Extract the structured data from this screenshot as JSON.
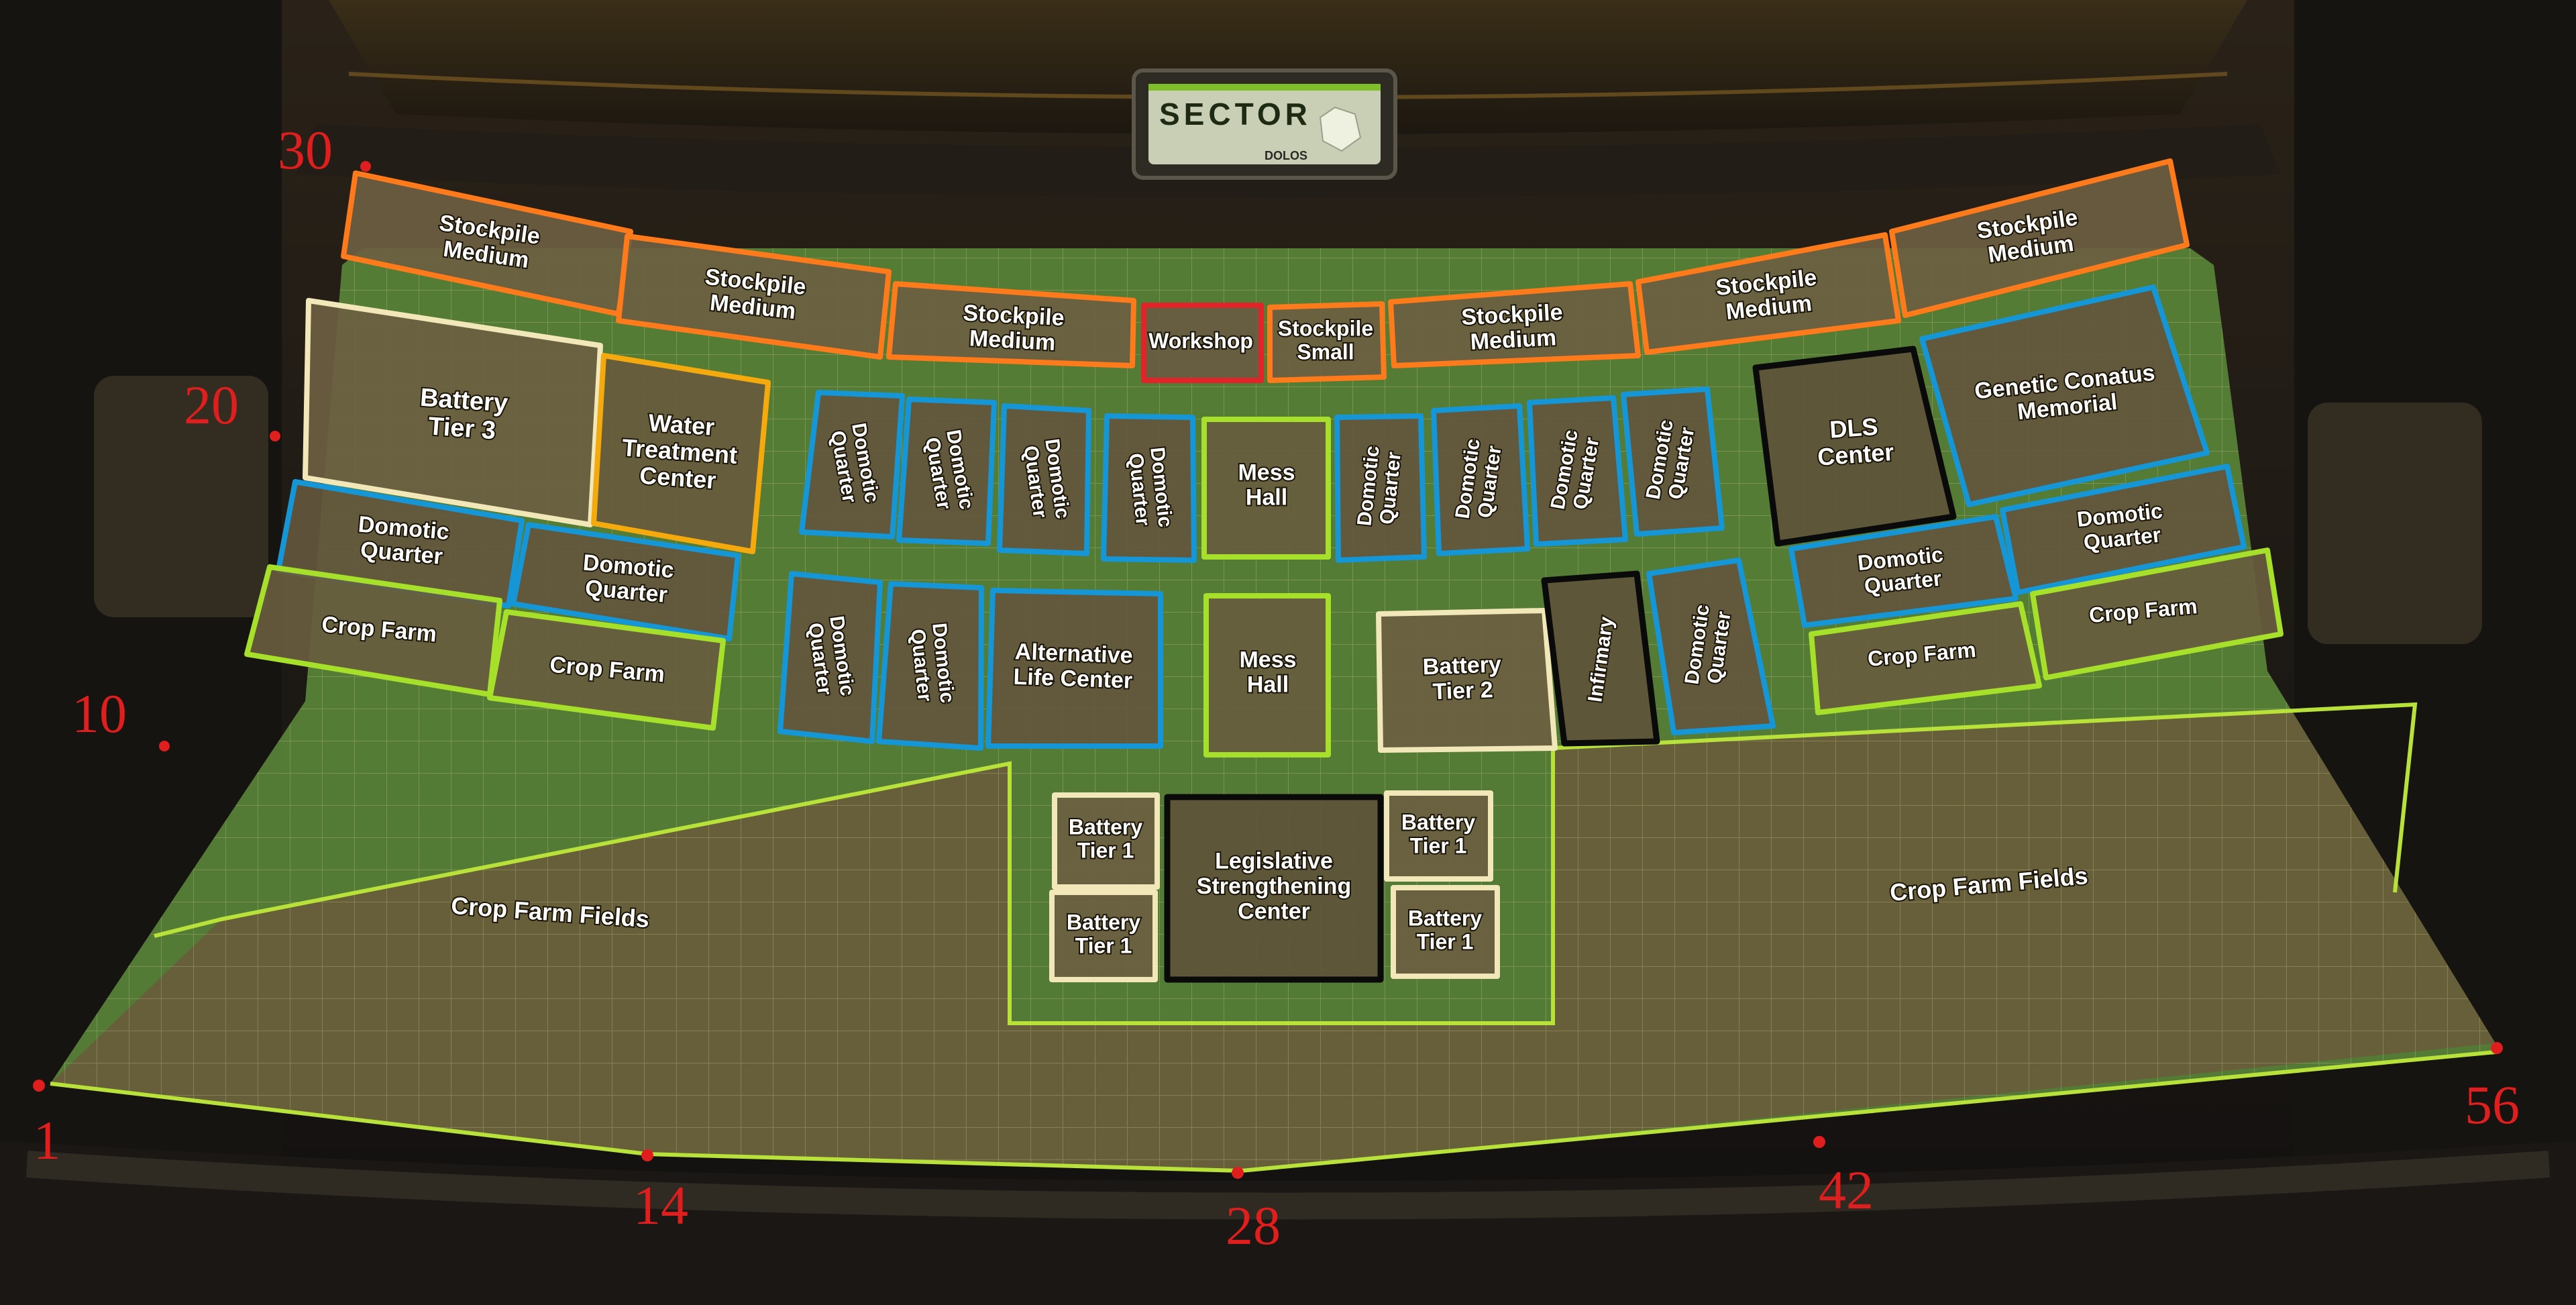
{
  "sign": {
    "title": "SECTOR",
    "brand": "DOLOS"
  },
  "colors": {
    "stockpile": "#ff7a1a",
    "workshop": "#e0242a",
    "domotic": "#1596d6",
    "crop": "#a6e02a",
    "battery": "#f2e7b8",
    "water": "#f4a90d",
    "special": "#0a0a0a",
    "boundary": "#b8e23a",
    "marker": "#e01e1e"
  },
  "buildings": [
    {
      "id": "stockpile-medium-1",
      "type": "stockpile",
      "label": "Stockpile\nMedium",
      "rot": 8
    },
    {
      "id": "stockpile-medium-2",
      "type": "stockpile",
      "label": "Stockpile\nMedium",
      "rot": 6
    },
    {
      "id": "stockpile-medium-3",
      "type": "stockpile",
      "label": "Stockpile\nMedium",
      "rot": 3
    },
    {
      "id": "workshop",
      "type": "workshop",
      "label": "Workshop",
      "rot": 0
    },
    {
      "id": "stockpile-small",
      "type": "stockpile",
      "label": "Stockpile\nSmall",
      "rot": 0
    },
    {
      "id": "stockpile-medium-4",
      "type": "stockpile",
      "label": "Stockpile\nMedium",
      "rot": -3
    },
    {
      "id": "stockpile-medium-5",
      "type": "stockpile",
      "label": "Stockpile\nMedium",
      "rot": -6
    },
    {
      "id": "stockpile-medium-6",
      "type": "stockpile",
      "label": "Stockpile\nMedium",
      "rot": -8
    },
    {
      "id": "battery-tier-3",
      "type": "battery",
      "label": "Battery\nTier 3",
      "rot": 4
    },
    {
      "id": "water-treatment-center",
      "type": "water",
      "label": "Water\nTreatment\nCenter",
      "rot": 4
    },
    {
      "id": "domotic-quarter-l1",
      "type": "domotic",
      "label": "Domotic\nQuarter",
      "rot": 5
    },
    {
      "id": "domotic-quarter-l2",
      "type": "domotic",
      "label": "Domotic\nQuarter",
      "rot": 5
    },
    {
      "id": "crop-farm-l1",
      "type": "crop",
      "label": "Crop Farm",
      "rot": 5
    },
    {
      "id": "crop-farm-l2",
      "type": "crop",
      "label": "Crop Farm",
      "rot": 5
    },
    {
      "id": "domotic-quarter-u1",
      "type": "domotic",
      "label": "Domotic\nQuarter",
      "rot": 80
    },
    {
      "id": "domotic-quarter-u2",
      "type": "domotic",
      "label": "Domotic\nQuarter",
      "rot": 80
    },
    {
      "id": "domotic-quarter-u3",
      "type": "domotic",
      "label": "Domotic\nQuarter",
      "rot": 82
    },
    {
      "id": "domotic-quarter-u4",
      "type": "domotic",
      "label": "Domotic\nQuarter",
      "rot": 84
    },
    {
      "id": "mess-hall-1",
      "type": "crop",
      "label": "Mess\nHall",
      "rot": 0
    },
    {
      "id": "domotic-quarter-u5",
      "type": "domotic",
      "label": "Domotic\nQuarter",
      "rot": -84
    },
    {
      "id": "domotic-quarter-u6",
      "type": "domotic",
      "label": "Domotic\nQuarter",
      "rot": -82
    },
    {
      "id": "domotic-quarter-u7",
      "type": "domotic",
      "label": "Domotic\nQuarter",
      "rot": -80
    },
    {
      "id": "domotic-quarter-u8",
      "type": "domotic",
      "label": "Domotic\nQuarter",
      "rot": -80
    },
    {
      "id": "dls-center",
      "type": "special",
      "label": "DLS\nCenter",
      "rot": -4
    },
    {
      "id": "genetic-conatus-memorial",
      "type": "domotic",
      "label": "Genetic Conatus\nMemorial",
      "rot": -6
    },
    {
      "id": "domotic-quarter-r1",
      "type": "domotic",
      "label": "Domotic\nQuarter",
      "rot": -6
    },
    {
      "id": "domotic-quarter-r2",
      "type": "domotic",
      "label": "Domotic\nQuarter",
      "rot": -6
    },
    {
      "id": "crop-farm-r1",
      "type": "crop",
      "label": "Crop Farm",
      "rot": -5
    },
    {
      "id": "crop-farm-r2",
      "type": "crop",
      "label": "Crop Farm",
      "rot": -5
    },
    {
      "id": "domotic-quarter-m1",
      "type": "domotic",
      "label": "Domotic\nQuarter",
      "rot": 82
    },
    {
      "id": "domotic-quarter-m2",
      "type": "domotic",
      "label": "Domotic\nQuarter",
      "rot": 84
    },
    {
      "id": "alternative-life-center",
      "type": "domotic",
      "label": "Alternative\nLife Center",
      "rot": 2
    },
    {
      "id": "mess-hall-2",
      "type": "crop",
      "label": "Mess\nHall",
      "rot": 0
    },
    {
      "id": "battery-tier-2",
      "type": "battery",
      "label": "Battery\nTier 2",
      "rot": -2
    },
    {
      "id": "infirmary",
      "type": "special",
      "label": "Infirmary",
      "rot": -82
    },
    {
      "id": "domotic-quarter-m3",
      "type": "domotic",
      "label": "Domotic\nQuarter",
      "rot": -82
    },
    {
      "id": "battery-tier-1-a",
      "type": "battery",
      "label": "Battery\nTier 1",
      "rot": 0
    },
    {
      "id": "battery-tier-1-b",
      "type": "battery",
      "label": "Battery\nTier 1",
      "rot": 0
    },
    {
      "id": "legislative-strengthening-center",
      "type": "special",
      "label": "Legislative\nStrengthening\nCenter",
      "rot": 0
    },
    {
      "id": "battery-tier-1-c",
      "type": "battery",
      "label": "Battery\nTier 1",
      "rot": 0
    },
    {
      "id": "battery-tier-1-d",
      "type": "battery",
      "label": "Battery\nTier 1",
      "rot": 0
    },
    {
      "id": "crop-farm-fields-left",
      "type": "crop",
      "label": "Crop Farm Fields",
      "rot": 4,
      "region": true
    },
    {
      "id": "crop-farm-fields-right",
      "type": "crop",
      "label": "Crop Farm Fields",
      "rot": -5,
      "region": true
    }
  ],
  "markers": [
    "30",
    "20",
    "10",
    "1",
    "14",
    "28",
    "42",
    "56"
  ]
}
